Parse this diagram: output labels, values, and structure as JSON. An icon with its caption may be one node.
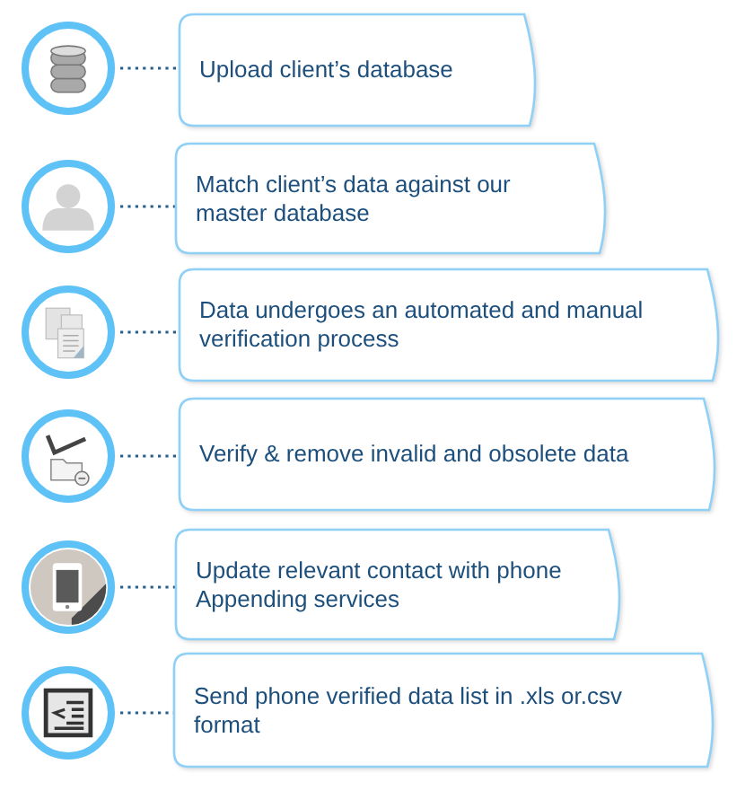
{
  "diagram": {
    "nodes": [
      {
        "text": [],
        "shape": "circle"
      },
      {
        "text": [
          "Upload client’s database"
        ]
      },
      {
        "text": [],
        "shape": "circle"
      },
      {
        "text": [
          "Match client’s data against our master database"
        ]
      },
      {
        "text": [],
        "shape": "circle"
      },
      {
        "text": [
          "Data undergoes an automated and manual verification process"
        ]
      },
      {
        "text": [],
        "shape": "circle"
      },
      {
        "text": [
          "Verify & remove invalid and obsolete data"
        ]
      },
      {
        "text": [],
        "shape": "circle"
      },
      {
        "text": [
          "Update relevant contact with phone Appending services"
        ]
      },
      {
        "text": [],
        "shape": "circle"
      },
      {
        "text": [
          "Send phone verified data list in .xls or.csv format"
        ]
      }
    ],
    "edges": [
      {
        "from": 0,
        "to": 1,
        "arrow": "none",
        "style": "dashed"
      },
      {
        "from": 2,
        "to": 3,
        "arrow": "none",
        "style": "dashed"
      },
      {
        "from": 4,
        "to": 5,
        "arrow": "none",
        "style": "dashed"
      },
      {
        "from": 6,
        "to": 7,
        "arrow": "none",
        "style": "dashed"
      },
      {
        "from": 8,
        "to": 9,
        "arrow": "none",
        "style": "dashed"
      },
      {
        "from": 10,
        "to": 11,
        "arrow": "none",
        "style": "dashed"
      }
    ]
  }
}
